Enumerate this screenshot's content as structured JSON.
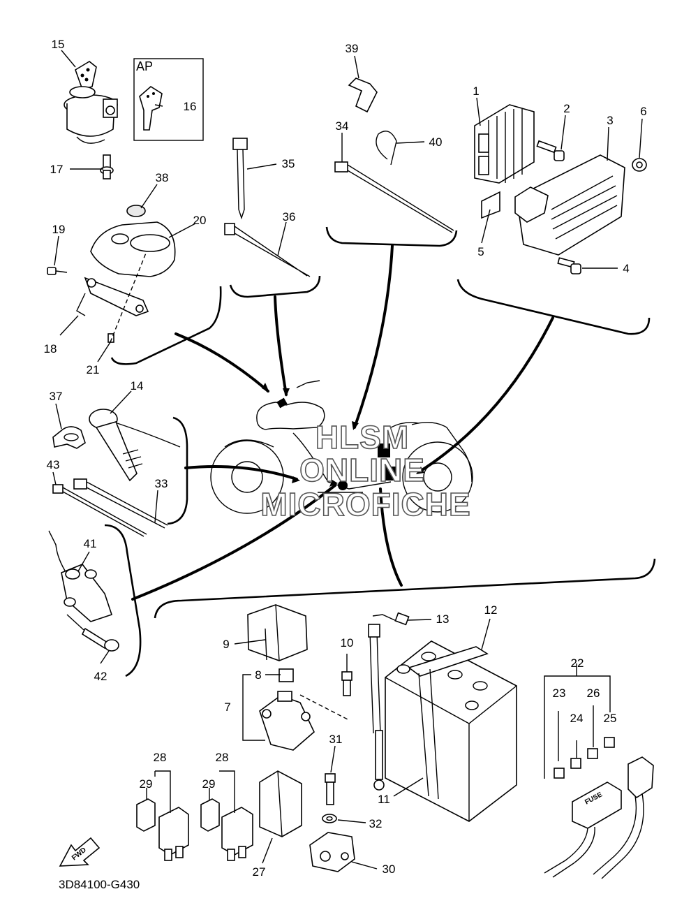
{
  "diagram": {
    "reference_code": "3D84100-G430",
    "ap_box_label": "AP",
    "watermark_lines": [
      "HLSM",
      "ONLINE",
      "MICROFICHE"
    ],
    "fwd_label": "FWD",
    "fuse_label": "FUSE",
    "callouts": {
      "c1": "1",
      "c2": "2",
      "c3": "3",
      "c4": "4",
      "c5": "5",
      "c6": "6",
      "c7": "7",
      "c8": "8",
      "c9": "9",
      "c10": "10",
      "c11": "11",
      "c12": "12",
      "c13": "13",
      "c14": "14",
      "c15": "15",
      "c16": "16",
      "c17": "17",
      "c18": "18",
      "c19": "19",
      "c20": "20",
      "c21": "21",
      "c22": "22",
      "c23": "23",
      "c24": "24",
      "c25": "25",
      "c26": "26",
      "c27": "27",
      "c28a": "28",
      "c28b": "28",
      "c29a": "29",
      "c29b": "29",
      "c30": "30",
      "c31": "31",
      "c32": "32",
      "c33": "33",
      "c34": "34",
      "c35": "35",
      "c36": "36",
      "c37": "37",
      "c38": "38",
      "c39": "39",
      "c40": "40",
      "c41": "41",
      "c42": "42",
      "c43": "43"
    }
  }
}
